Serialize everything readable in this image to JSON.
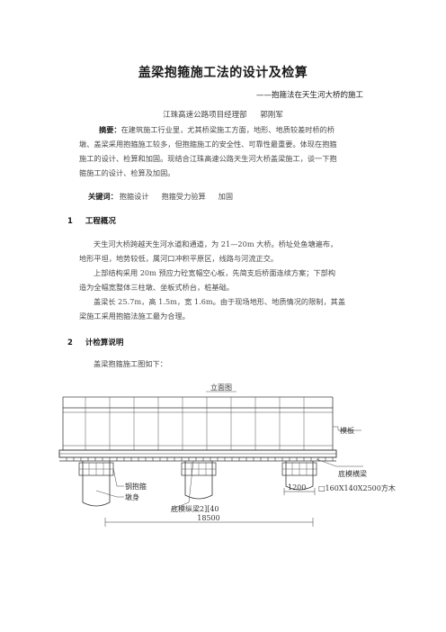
{
  "title": "盖梁抱箍施工法的设计及检算",
  "subtitle": "——抱箍法在天生河大桥的施工",
  "author": {
    "affiliation": "江珠高速公路项目经理部",
    "name": "郭刚军"
  },
  "abstract": {
    "label": "摘要：",
    "line1": "在建筑施工行业里，尤其桥梁施工方面，地形、地质较差时桥的桥",
    "line2": "墩、盖梁采用抱箍施工较多，但抱箍施工的安全性、可靠性最重要。体现在抱箍",
    "line3": "施工的设计、检算和加固。现结合江珠高速公路天生河大桥盖梁施工，谈一下抱",
    "line4": "箍施工的设计、检算及加固。"
  },
  "keywords": {
    "label": "关键词：",
    "items": [
      "抱箍设计",
      "抱箍受力验算",
      "加固"
    ]
  },
  "section1": {
    "number": "1",
    "title": "工程概况",
    "p1_line1": "天生河大桥跨越天生河水道和通道，为 21—20m 大桥。桥址处鱼塘遍布，",
    "p1_line2": "地形平坦，地势较低，属河口冲积平原区，线路与河流正交。",
    "p2_line1": "上部结构采用 20m 预应力砼宽幅空心板，先简支后桥面连续方案；下部构",
    "p2_line2": "造为全幅宽整体三柱墩、坐板式桥台，桩基础。",
    "p3_line1": "盖梁长 25.7m，高 1.5m，宽 1.6m。由于现场地形、地质情况的限制，其盖",
    "p3_line2": "梁施工采用抱箍法施工最为合理。"
  },
  "section2": {
    "number": "2",
    "title": "计检算说明",
    "p1": "盖梁抱箍施工图如下："
  },
  "figure": {
    "caption": "立面图",
    "label_formwork": "模板",
    "label_hoop": "钢抱箍",
    "label_pier": "墩身",
    "label_long_beam": "底模纵梁2][40",
    "label_dim_total": "18500",
    "label_dim_spacing": "1200",
    "label_cross_beam": "底模横梁",
    "label_wood": "□160X140X2500方木"
  }
}
